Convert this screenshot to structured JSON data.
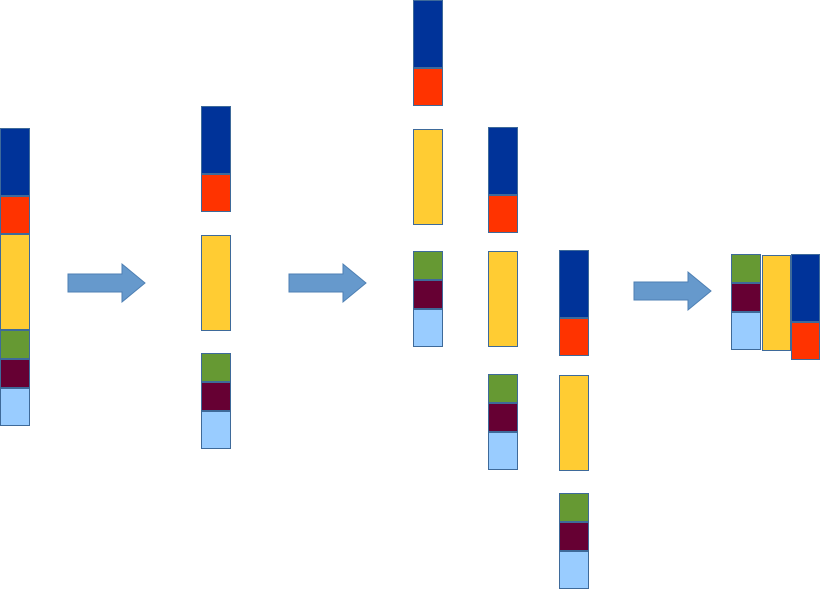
{
  "palette": {
    "segment_a": "#003399",
    "segment_b": "#ff3300",
    "segment_c": "#ffcc33",
    "segment_d": "#669933",
    "segment_e": "#660033",
    "segment_f": "#99ccff",
    "outline": "#3e6a9a",
    "arrow_fill": "#6699cc",
    "arrow_stroke": "#4d7fb3"
  },
  "arrows": [
    {
      "name": "flow-arrow-1",
      "direction": "right"
    },
    {
      "name": "flow-arrow-2",
      "direction": "right"
    },
    {
      "name": "flow-arrow-3",
      "direction": "right"
    }
  ]
}
